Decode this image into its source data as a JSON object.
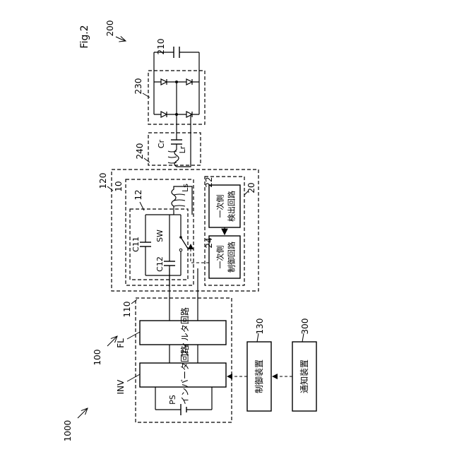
{
  "figure": {
    "fig_label": "Fig.2",
    "system_ref": "1000",
    "power_transmitter_ref": "100",
    "power_receiver_ref": "200"
  },
  "blocks": {
    "unit_110": {
      "ref": "110"
    },
    "unit_120": {
      "ref": "120"
    },
    "unit_10": {
      "ref": "10"
    },
    "unit_12": {
      "ref": "12"
    },
    "unit_20": {
      "ref": "20"
    },
    "unit_22": {
      "ref": "22",
      "label": "一次側\n検出回路"
    },
    "unit_24": {
      "ref": "24",
      "label": "一次側\n制御回路"
    },
    "unit_130": {
      "ref": "130",
      "label": "制御装置"
    },
    "unit_300": {
      "ref": "300",
      "label": "通知装置"
    },
    "unit_210": {
      "ref": "210"
    },
    "unit_230": {
      "ref": "230"
    },
    "unit_240": {
      "ref": "240"
    },
    "inverter": {
      "ref": "INV",
      "label": "インバータ回路"
    },
    "filter": {
      "ref": "FL",
      "label": "フィルタ回路"
    }
  },
  "components": {
    "ps": "PS",
    "c11": "C11",
    "c12": "C12",
    "sw": "SW",
    "ls": "Ls",
    "cr": "Cr",
    "lr": "Lr"
  }
}
